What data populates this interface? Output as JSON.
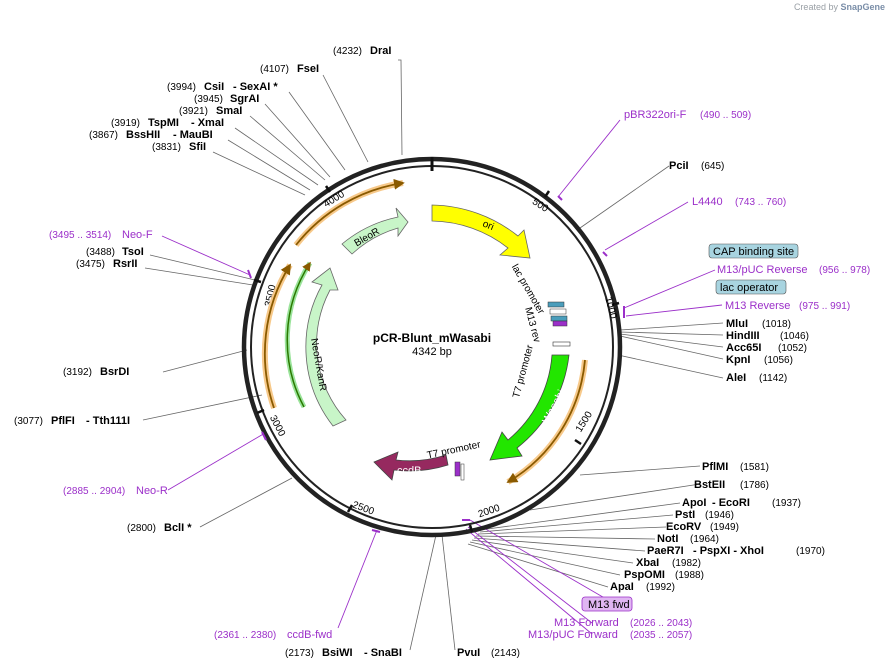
{
  "credit": {
    "prefix": "Created by",
    "brand": "SnapGene"
  },
  "plasmid": {
    "name": "pCR-Blunt_mWasabi",
    "length": "4342 bp"
  },
  "ticks": [
    "500",
    "1000",
    "1500",
    "2000",
    "2500",
    "3000",
    "3500",
    "4000"
  ],
  "features": {
    "ori": "ori",
    "mwasabi": "mWasabi",
    "ccdb": "ccdB",
    "neokan": "NeoR/KanR",
    "bleor": "BleoR",
    "lac_promoter": "lac promoter",
    "m13_rev": "M13 rev",
    "t7_promoter_1": "T7 promoter",
    "t7_promoter_2": "T7 promoter"
  },
  "boxed": {
    "cap": "CAP binding site",
    "lac_operator": "lac operator",
    "m13_fwd": "M13 fwd"
  },
  "left_sites": {
    "drai": {
      "pos": "(4232)",
      "name": "DraI"
    },
    "fsei": {
      "pos": "(4107)",
      "name": "FseI"
    },
    "csii": {
      "pos": "(3994)",
      "name": "CsiI",
      "alt": "- SexAI *"
    },
    "sgrai": {
      "pos": "(3945)",
      "name": "SgrAI"
    },
    "smai": {
      "pos": "(3921)",
      "name": "SmaI"
    },
    "tspmi": {
      "pos": "(3919)",
      "name": "TspMI",
      "alt": "- XmaI"
    },
    "bsshii": {
      "pos": "(3867)",
      "name": "BssHII",
      "alt": "- MauBI"
    },
    "sfii": {
      "pos": "(3831)",
      "name": "SfiI"
    },
    "tsoi": {
      "pos": "(3488)",
      "name": "TsoI"
    },
    "rsrii": {
      "pos": "(3475)",
      "name": "RsrII"
    },
    "bsrdi": {
      "pos": "(3192)",
      "name": "BsrDI"
    },
    "pflfi": {
      "pos": "(3077)",
      "name": "PflFI",
      "alt": "- Tth111I"
    },
    "bcli": {
      "pos": "(2800)",
      "name": "BclI *"
    },
    "bsiwi": {
      "pos": "(2173)",
      "name": "BsiWI",
      "alt": "- SnaBI"
    },
    "pvui": {
      "pos": "(2143)",
      "name": "PvuI"
    }
  },
  "right_sites": {
    "pcii": {
      "name": "PciI",
      "pos": "(645)"
    },
    "mlui": {
      "name": "MluI",
      "pos": "(1018)"
    },
    "hindiii": {
      "name": "HindIII",
      "pos": "(1046)"
    },
    "acc65i": {
      "name": "Acc65I",
      "pos": "(1052)"
    },
    "kpni": {
      "name": "KpnI",
      "pos": "(1056)"
    },
    "alei": {
      "name": "AleI",
      "pos": "(1142)"
    },
    "pflmi": {
      "name": "PflMI",
      "pos": "(1581)"
    },
    "bsteii": {
      "name": "BstEII",
      "pos": "(1786)"
    },
    "apoi": {
      "name": "ApoI",
      "alt": "- EcoRI",
      "pos": "(1937)"
    },
    "psti": {
      "name": "PstI",
      "pos": "(1946)"
    },
    "ecorv": {
      "name": "EcoRV",
      "pos": "(1949)"
    },
    "noti": {
      "name": "NotI",
      "pos": "(1964)"
    },
    "paer7i": {
      "name": "PaeR7I",
      "alt": "- PspXI - XhoI",
      "pos": "(1970)"
    },
    "xbai": {
      "name": "XbaI",
      "pos": "(1982)"
    },
    "pspomi": {
      "name": "PspOMI",
      "pos": "(1988)"
    },
    "apai": {
      "name": "ApaI",
      "pos": "(1992)"
    }
  },
  "primers": {
    "pbr322ori": {
      "name": "pBR322ori-F",
      "range": "(490 .. 509)"
    },
    "l4440": {
      "name": "L4440",
      "range": "(743 .. 760)"
    },
    "m13puc_rev": {
      "name": "M13/pUC Reverse",
      "range": "(956 .. 978)"
    },
    "m13_reverse": {
      "name": "M13 Reverse",
      "range": "(975 .. 991)"
    },
    "m13_forward": {
      "name": "M13 Forward",
      "range": "(2026 .. 2043)"
    },
    "m13puc_fwd": {
      "name": "M13/pUC Forward",
      "range": "(2035 .. 2057)"
    },
    "neo_f": {
      "name": "Neo-F",
      "range": "(3495 .. 3514)"
    },
    "neo_r": {
      "name": "Neo-R",
      "range": "(2885 .. 2904)"
    },
    "ccdb_fwd": {
      "name": "ccdB-fwd",
      "range": "(2361 .. 2380)"
    }
  },
  "colors": {
    "ori": "#ffff00",
    "mwasabi": "#22e600",
    "ccdb": "#96295f",
    "neokan": "#c8f5c8",
    "bleor": "#c8f5c8",
    "orf": "#8a5a00",
    "orf_halo": "#f7c98a",
    "primer": "#9b2fc9",
    "box": "#a8d4e0"
  }
}
